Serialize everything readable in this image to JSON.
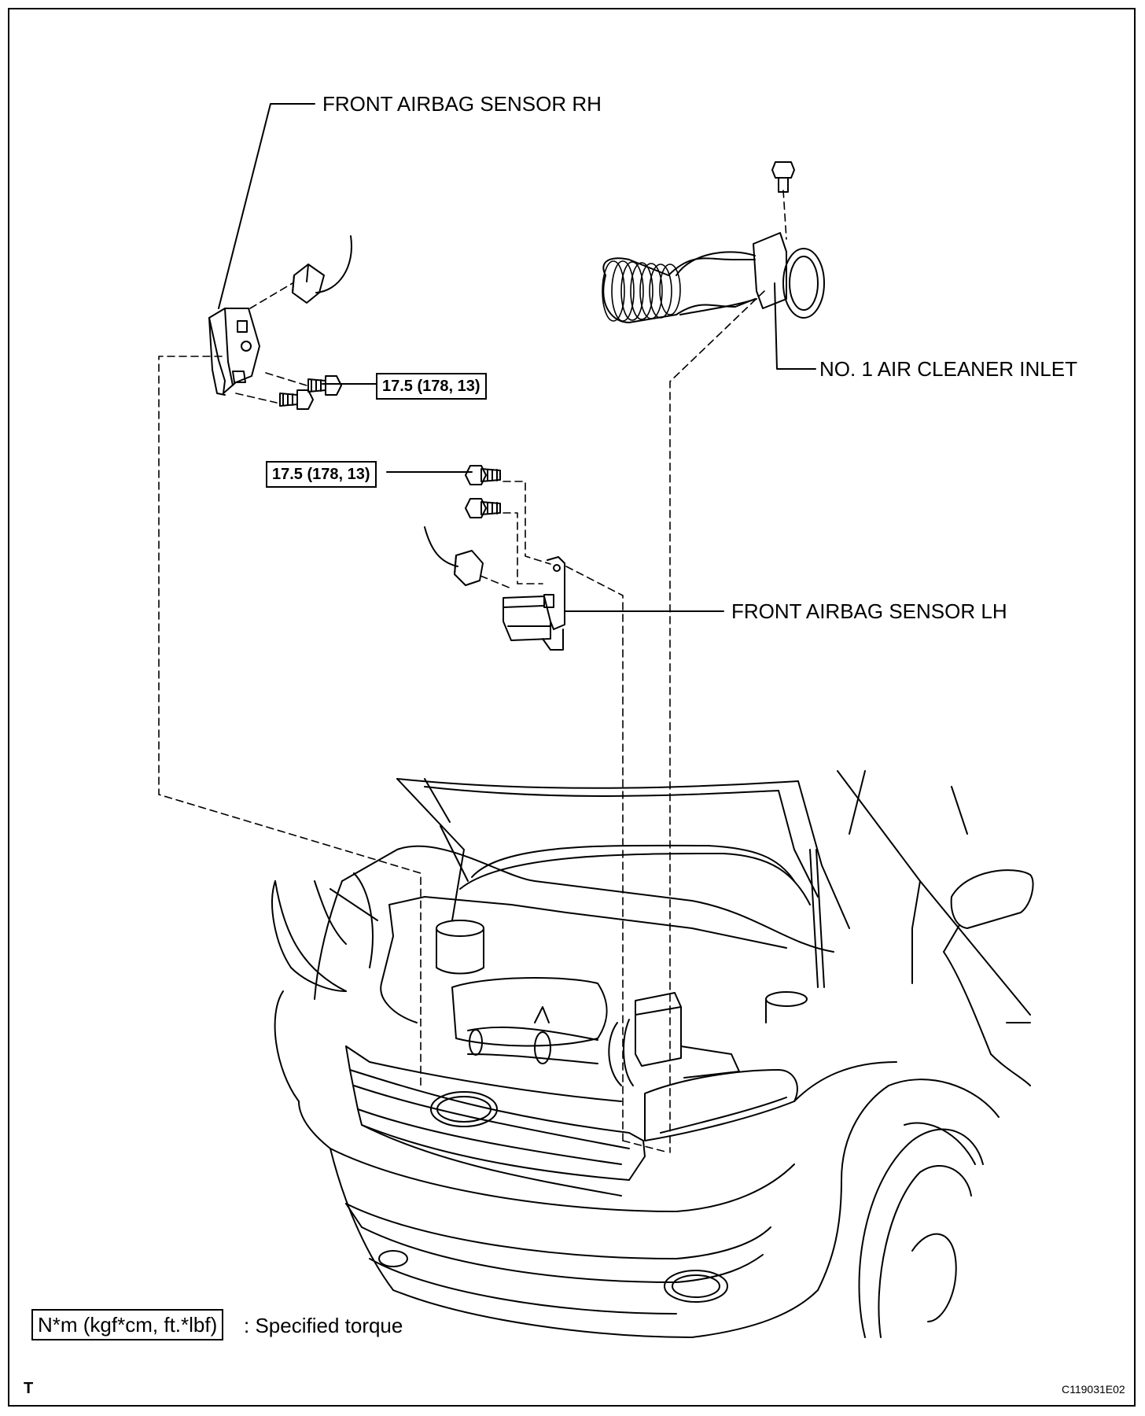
{
  "labels": {
    "sensor_rh": "FRONT AIRBAG SENSOR RH",
    "air_inlet": "NO. 1 AIR CLEANER INLET",
    "sensor_lh": "FRONT AIRBAG SENSOR LH"
  },
  "torques": {
    "rh": "17.5 (178, 13)",
    "lh": "17.5 (178, 13)"
  },
  "legend": {
    "unit": "N*m (kgf*cm, ft.*lbf)",
    "description": ": Specified torque"
  },
  "footer": {
    "left_mark": "T",
    "figure_code": "C119031E02"
  }
}
